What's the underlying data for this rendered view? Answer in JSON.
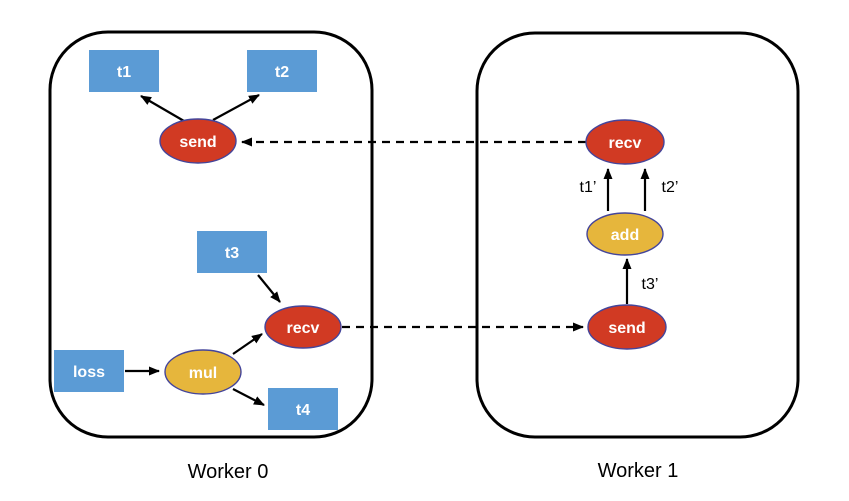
{
  "colors": {
    "tensor_fill": "#5B9BD5",
    "comm_fill": "#D13A23",
    "op_fill": "#E6B63C",
    "node_stroke": "#44459B",
    "arrow": "#000000"
  },
  "worker0": {
    "label": "Worker 0",
    "tensors": {
      "t1": "t1",
      "t2": "t2",
      "t3": "t3",
      "t4": "t4",
      "loss": "loss"
    },
    "ops": {
      "send": "send",
      "recv": "recv",
      "mul": "mul"
    }
  },
  "worker1": {
    "label": "Worker 1",
    "ops": {
      "recv": "recv",
      "add": "add",
      "send": "send"
    },
    "edge_labels": {
      "t1_prime": "t1’",
      "t2_prime": "t2’",
      "t3_prime": "t3’"
    }
  }
}
